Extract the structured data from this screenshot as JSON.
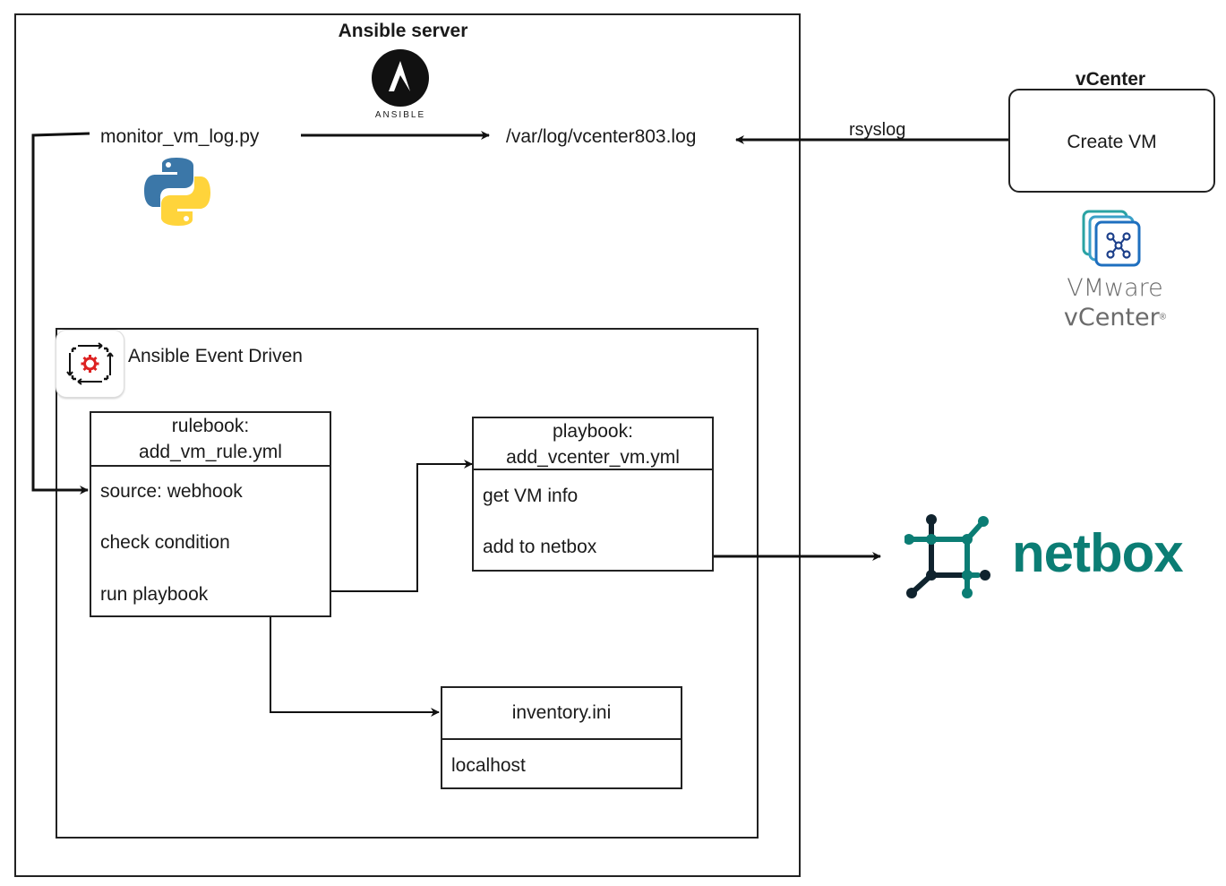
{
  "server": {
    "title": "Ansible server"
  },
  "ansible_logo": {
    "wordmark": "ANSIBLE",
    "icon": "ansible-logo-icon"
  },
  "python_logo": {
    "icon": "python-logo-icon"
  },
  "script": {
    "label": "monitor_vm_log.py"
  },
  "logfile": {
    "label": "/var/log/vcenter803.log"
  },
  "rsyslog": {
    "label": "rsyslog"
  },
  "vcenter": {
    "title": "vCenter",
    "box_label": "Create VM",
    "brand_line1": "VMware",
    "brand_line2": "vCenter",
    "brand_mark": "®"
  },
  "eda": {
    "title": "Ansible Event Driven",
    "icon": "eda-gear-icon"
  },
  "rulebook": {
    "header_line1": "rulebook:",
    "header_line2": "add_vm_rule.yml",
    "items": [
      "source: webhook",
      "check condition",
      "run playbook"
    ]
  },
  "playbook": {
    "header_line1": "playbook:",
    "header_line2": "add_vcenter_vm.yml",
    "items": [
      "get VM info",
      "add to netbox"
    ]
  },
  "inventory": {
    "header": "inventory.ini",
    "items": [
      "localhost"
    ]
  },
  "netbox": {
    "label": "netbox",
    "color": "#0b7d74",
    "icon": "netbox-logo-icon"
  },
  "colors": {
    "line": "#111111",
    "vmware_teal": "#2aa3a3",
    "python_blue": "#3b77a8",
    "python_yellow": "#ffd43b",
    "eda_red": "#d22"
  }
}
